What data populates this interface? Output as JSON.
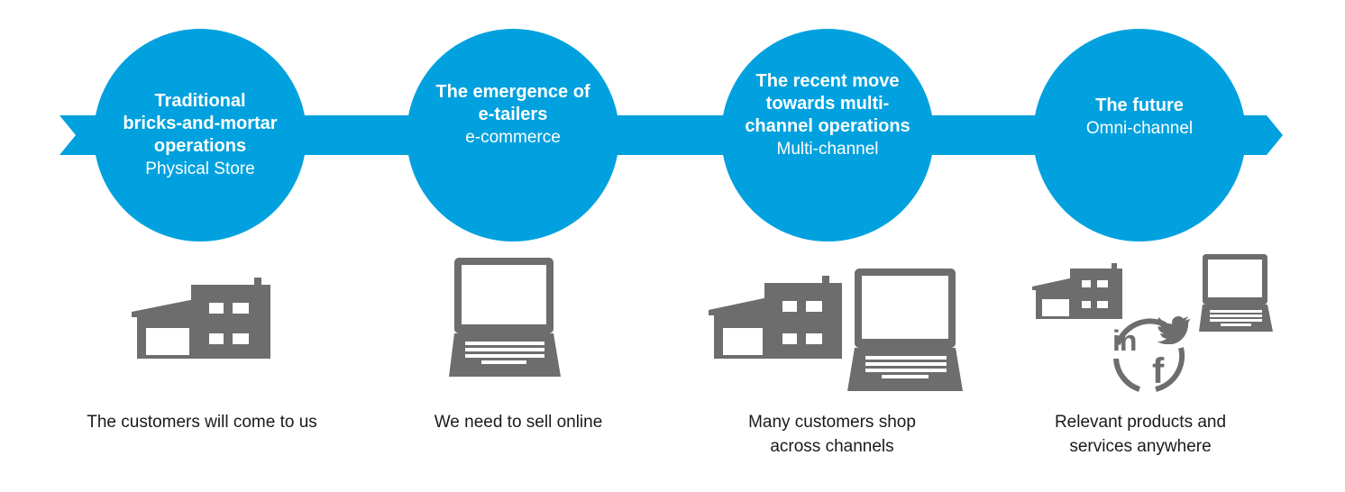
{
  "colors": {
    "accent": "#00a1de",
    "icon": "#6d6d6d",
    "text": "#1a1a1a"
  },
  "stages": [
    {
      "title": "Traditional\nbricks-and-mortar\noperations",
      "subtitle": "Physical Store",
      "caption": "The customers will come to us",
      "icons": [
        "store-icon"
      ]
    },
    {
      "title": "The emergence of\ne-tailers",
      "subtitle": "e-commerce",
      "caption": "We need to sell online",
      "icons": [
        "laptop-icon"
      ]
    },
    {
      "title": "The recent move\ntowards multi-\nchannel operations",
      "subtitle": "Multi-channel",
      "caption": "Many customers shop\nacross channels",
      "icons": [
        "store-icon",
        "laptop-icon"
      ]
    },
    {
      "title": "The future",
      "subtitle": "Omni-channel",
      "caption": "Relevant products and\nservices anywhere",
      "icons": [
        "store-icon",
        "laptop-icon",
        "linkedin-icon",
        "twitter-icon",
        "facebook-icon"
      ]
    }
  ],
  "social_icon_text": {
    "linkedin": "in",
    "facebook": "f"
  }
}
